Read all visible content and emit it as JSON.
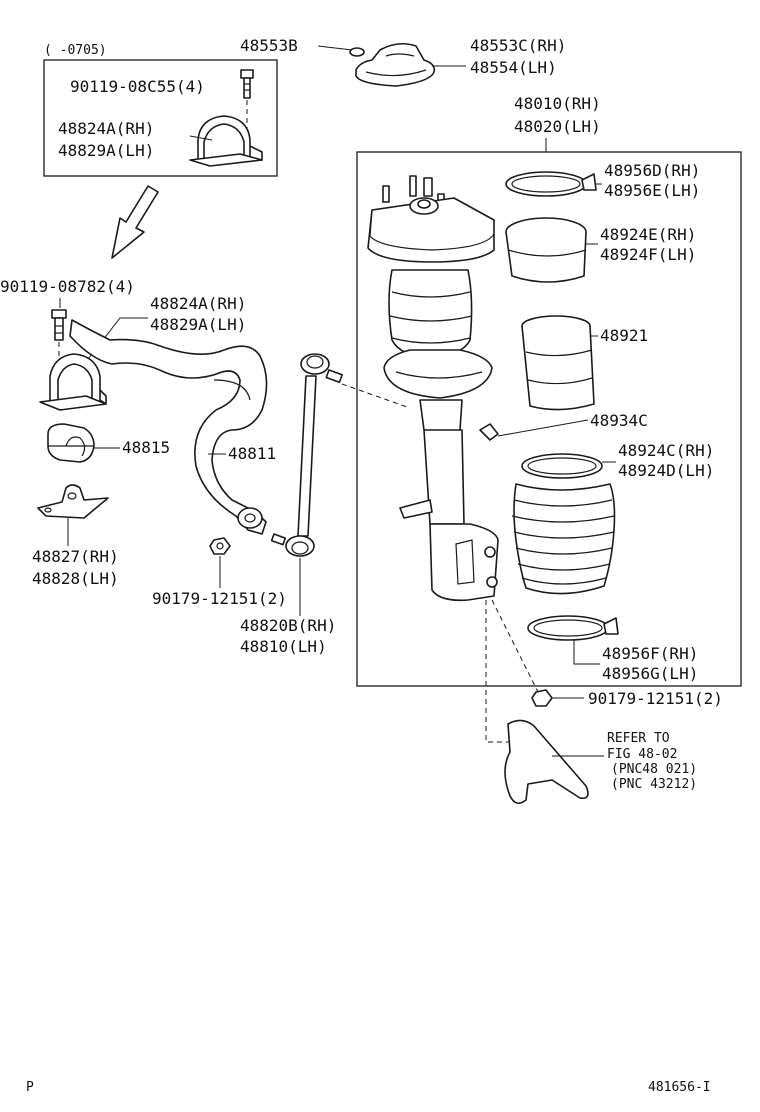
{
  "inset": {
    "date_range": "(      -0705)",
    "bolt_label": "90119-08C55(4)",
    "bracket_rh": "48824A(RH)",
    "bracket_lh": "48829A(LH)"
  },
  "labels": {
    "p_48553b": "48553B",
    "p_48553c": "48553C(RH)",
    "p_48554": "48554(LH)",
    "p_48010": "48010(RH)",
    "p_48020": "48020(LH)",
    "p_48956d": "48956D(RH)",
    "p_48956e": "48956E(LH)",
    "p_48924e": "48924E(RH)",
    "p_48924f": "48924F(LH)",
    "p_48921": "48921",
    "p_48934c": "48934C",
    "p_48924c": "48924C(RH)",
    "p_48924d": "48924D(LH)",
    "p_48956f": "48956F(RH)",
    "p_48956g": "48956G(LH)",
    "p_90179_b": "90179-12151(2)",
    "p_90119_08782": "90119-08782(4)",
    "p_48824a": "48824A(RH)",
    "p_48829a": "48829A(LH)",
    "p_48815": "48815",
    "p_48811": "48811",
    "p_48827": "48827(RH)",
    "p_48828": "48828(LH)",
    "p_90179_a": "90179-12151(2)",
    "p_48820b": "48820B(RH)",
    "p_48810": "48810(LH)"
  },
  "reference": {
    "line1": "REFER TO",
    "line2": "FIG 48-02",
    "line3": "(PNC48 021)",
    "line4": "(PNC 43212)"
  },
  "footer": {
    "left": "P",
    "right": "481656-I"
  }
}
